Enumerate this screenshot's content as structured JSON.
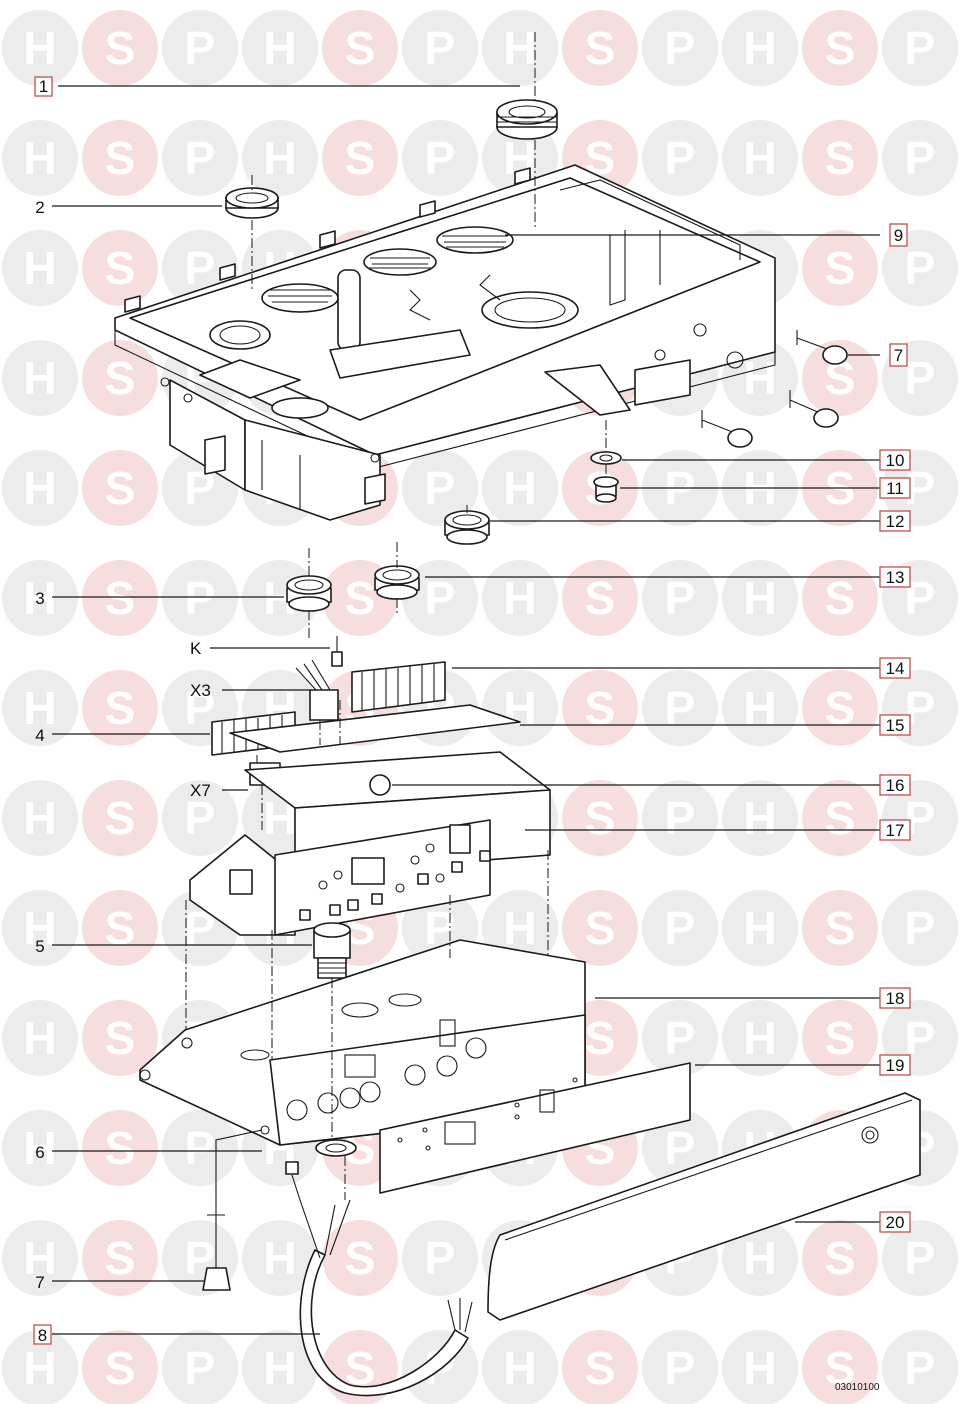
{
  "watermark": {
    "letters": [
      "H",
      "S",
      "P"
    ]
  },
  "callouts": [
    {
      "id": "c1",
      "label": "1"
    },
    {
      "id": "c2",
      "label": "2"
    },
    {
      "id": "c9",
      "label": "9"
    },
    {
      "id": "c7a",
      "label": "7"
    },
    {
      "id": "c10",
      "label": "10"
    },
    {
      "id": "c11",
      "label": "11"
    },
    {
      "id": "c12",
      "label": "12"
    },
    {
      "id": "c3",
      "label": "3"
    },
    {
      "id": "c13",
      "label": "13"
    },
    {
      "id": "c14",
      "label": "14"
    },
    {
      "id": "c4",
      "label": "4"
    },
    {
      "id": "c15",
      "label": "15"
    },
    {
      "id": "c16",
      "label": "16"
    },
    {
      "id": "c17",
      "label": "17"
    },
    {
      "id": "c5",
      "label": "5"
    },
    {
      "id": "c18",
      "label": "18"
    },
    {
      "id": "c19",
      "label": "19"
    },
    {
      "id": "c6",
      "label": "6"
    },
    {
      "id": "c20",
      "label": "20"
    },
    {
      "id": "c7b",
      "label": "7"
    },
    {
      "id": "c8",
      "label": "8"
    }
  ],
  "connector_labels": {
    "k": "K",
    "x3": "X3",
    "x7": "X7"
  },
  "drawing_code": "03010100",
  "colors": {
    "callout_border": "#c0504d",
    "watermark_grey": "#ececec",
    "watermark_pink": "#f6dede"
  }
}
